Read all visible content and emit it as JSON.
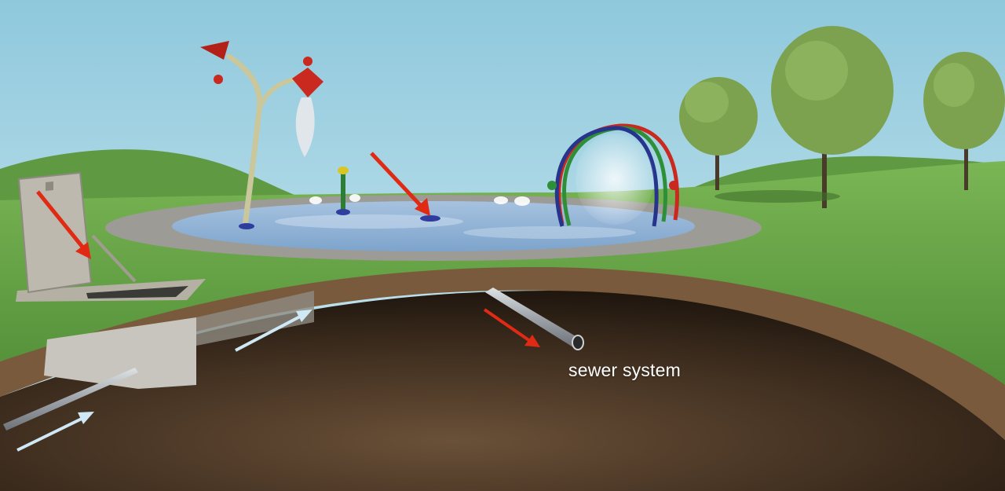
{
  "diagram": {
    "labels": {
      "sewer": "sewer system"
    },
    "colors": {
      "sky_top": "#8fc8dc",
      "sky_bottom": "#d6eef3",
      "grass": "#6aa24a",
      "grass_dark": "#4c8636",
      "soil": "#3a2a1c",
      "pad": "#9b9a94",
      "water": "#8fb3d8",
      "flow_arrow": "#e02a14",
      "return_arrow": "#cfe8f5"
    },
    "icons": [
      "red-flow-arrow",
      "light-blue-return-arrow"
    ]
  }
}
